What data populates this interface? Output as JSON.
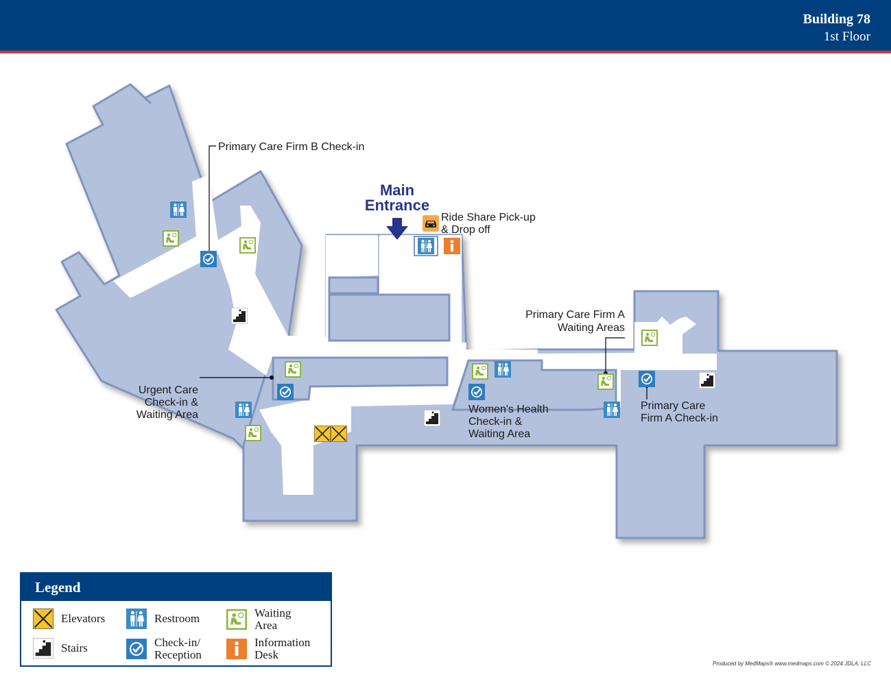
{
  "header": {
    "building": "Building 78",
    "floor": "1st Floor",
    "bar_color": "#003f7d",
    "accent_color": "#d8333d"
  },
  "map": {
    "main_entrance": [
      "Main",
      "Entrance"
    ],
    "labels": {
      "firm_b_checkin": "Primary Care Firm B Check-in",
      "ride_share": [
        "Ride Share Pick-up",
        "& Drop off"
      ],
      "firm_a_waiting": [
        "Primary Care Firm A",
        "Waiting Areas"
      ],
      "urgent_care": [
        "Urgent Care",
        "Check-in &",
        "Waiting Area"
      ],
      "womens_health": [
        "Women's Health",
        "Check-in &",
        "Waiting Area"
      ],
      "firm_a_checkin": [
        "Primary Care",
        "Firm A Check-in"
      ]
    },
    "colors": {
      "room_fill": "#b4c1dc",
      "room_stroke": "#7f95bf",
      "corridor": "#ffffff"
    }
  },
  "legend": {
    "title": "Legend",
    "items": [
      {
        "icon": "elevator-icon",
        "label": [
          "Elevators"
        ]
      },
      {
        "icon": "restroom-icon",
        "label": [
          "Restroom"
        ]
      },
      {
        "icon": "waiting-area-icon",
        "label": [
          "Waiting",
          "Area"
        ]
      },
      {
        "icon": "stairs-icon",
        "label": [
          "Stairs"
        ]
      },
      {
        "icon": "check-in-icon",
        "label": [
          "Check-in/",
          "Reception"
        ]
      },
      {
        "icon": "information-icon",
        "label": [
          "Information",
          "Desk"
        ]
      }
    ]
  },
  "icon_colors": {
    "elevator": "#f4c430",
    "restroom": "#3b8ac4",
    "waiting": "#8db33f",
    "checkin": "#2e7cc0",
    "info": "#ee7d2d",
    "rideshare": "#f5a84a",
    "stairs": "#222222"
  },
  "credit": "Produced by MedMaps® www.medmaps.com  © 2024 JDLA, LLC"
}
